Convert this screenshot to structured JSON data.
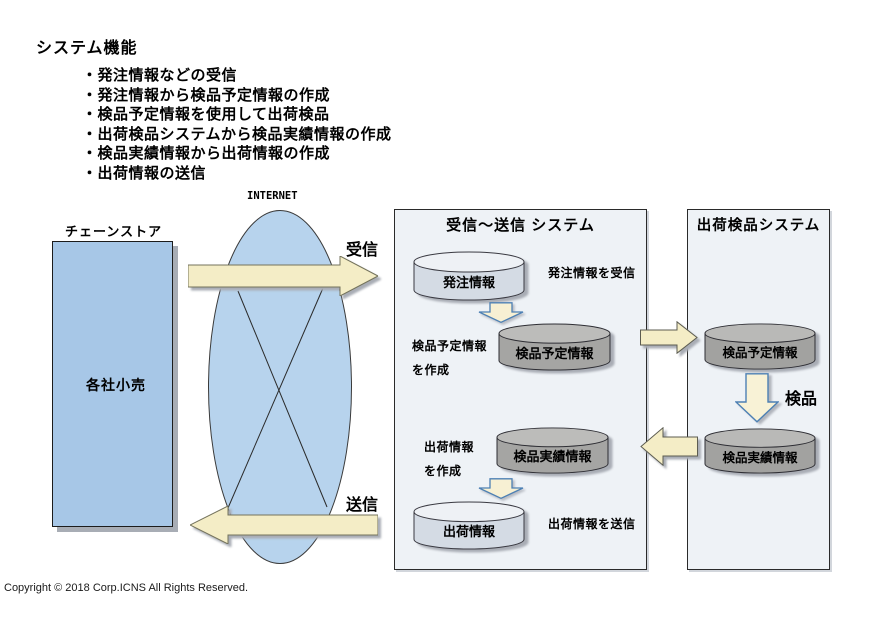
{
  "title": "システム機能",
  "functions": [
    "・発注情報などの受信",
    "・発注情報から検品予定情報の作成",
    "・検品予定情報を使用して出荷検品",
    "・出荷検品システムから検品実績情報の作成",
    "・検品実績情報から出荷情報の作成",
    "・出荷情報の送信"
  ],
  "internet": {
    "label": "INTERNET"
  },
  "chain_store": {
    "label": "チェーンストア",
    "content": "各社小売"
  },
  "flows": {
    "receive": "受信",
    "send": "送信"
  },
  "middle_system": {
    "title": "受信～送信 システム",
    "cylinders": {
      "order": "発注情報",
      "plan": "検品予定情報",
      "result": "検品実績情報",
      "ship": "出荷情報"
    },
    "notes": {
      "receive_order": "発注情報を受信",
      "create_plan_line1": "検品予定情報",
      "create_plan_line2": "を作成",
      "create_ship_line1": "出荷情報",
      "create_ship_line2": "を作成",
      "send_ship": "出荷情報を送信"
    }
  },
  "right_system": {
    "title": "出荷検品システム",
    "cylinders": {
      "plan": "検品予定情報",
      "result": "検品実績情報"
    },
    "inspection_label": "検品"
  },
  "footer": "Copyright © 2018 Corp.ICNS All Rights Reserved.",
  "colors": {
    "chain_box_blue": "#a7c7e7",
    "internet_cloud_blue": "#b7d3ed",
    "arrow_cream": "#f4edc6",
    "arrow_blue_border": "#4d80b4",
    "cylinder_gray_body": "#a5a5a3",
    "cylinder_gray_top": "#bcbcba",
    "cylinder_light_body": "#d4dbe4",
    "cylinder_light_top": "#eef1f5",
    "system_box_bg": "#eef2f6"
  }
}
